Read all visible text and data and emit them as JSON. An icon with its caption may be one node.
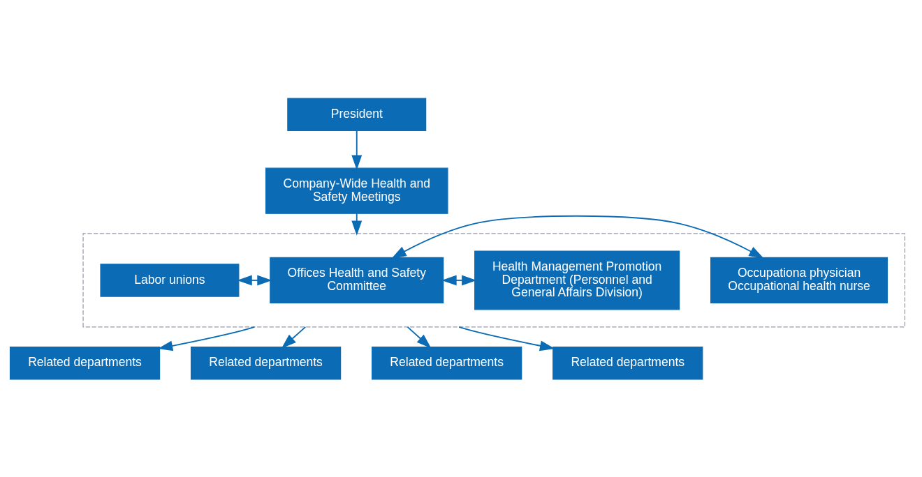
{
  "diagram": {
    "nodes": [
      {
        "text": [
          "President"
        ]
      },
      {
        "text": [
          "Company-Wide Health and Safety Meetings"
        ]
      },
      {
        "text": [],
        "shape": "box"
      },
      {
        "text": [
          "Labor unions"
        ],
        "in": 2
      },
      {
        "text": [
          "Offices Health and Safety Committee"
        ],
        "in": 2
      },
      {
        "text": [
          "Occupationa physician",
          "Occupational health nurse"
        ],
        "in": 2
      },
      {
        "text": [
          "Health Management Promotion Department (Personnel and General Affairs Division)"
        ],
        "in": 2
      },
      {
        "text": [
          "Related departments"
        ]
      },
      {
        "text": [
          "Related departments"
        ]
      },
      {
        "text": [
          "Related departments"
        ]
      },
      {
        "text": [
          "Related departments"
        ]
      }
    ],
    "edges": [
      {
        "from": 0,
        "to": 1,
        "arrow": "to"
      },
      {
        "from": 1,
        "to": 2,
        "arrow": "to"
      },
      {
        "from": 3,
        "to": 4,
        "arrow": "both"
      },
      {
        "from": 4,
        "to": 5,
        "arrow": "both"
      },
      {
        "from": 4,
        "to": 6,
        "arrow": "both"
      },
      {
        "from": 2,
        "to": 7,
        "arrow": "to"
      },
      {
        "from": 2,
        "to": 8,
        "arrow": "to"
      },
      {
        "from": 2,
        "to": 9,
        "arrow": "to"
      },
      {
        "from": 2,
        "to": 10,
        "arrow": "to"
      }
    ]
  }
}
